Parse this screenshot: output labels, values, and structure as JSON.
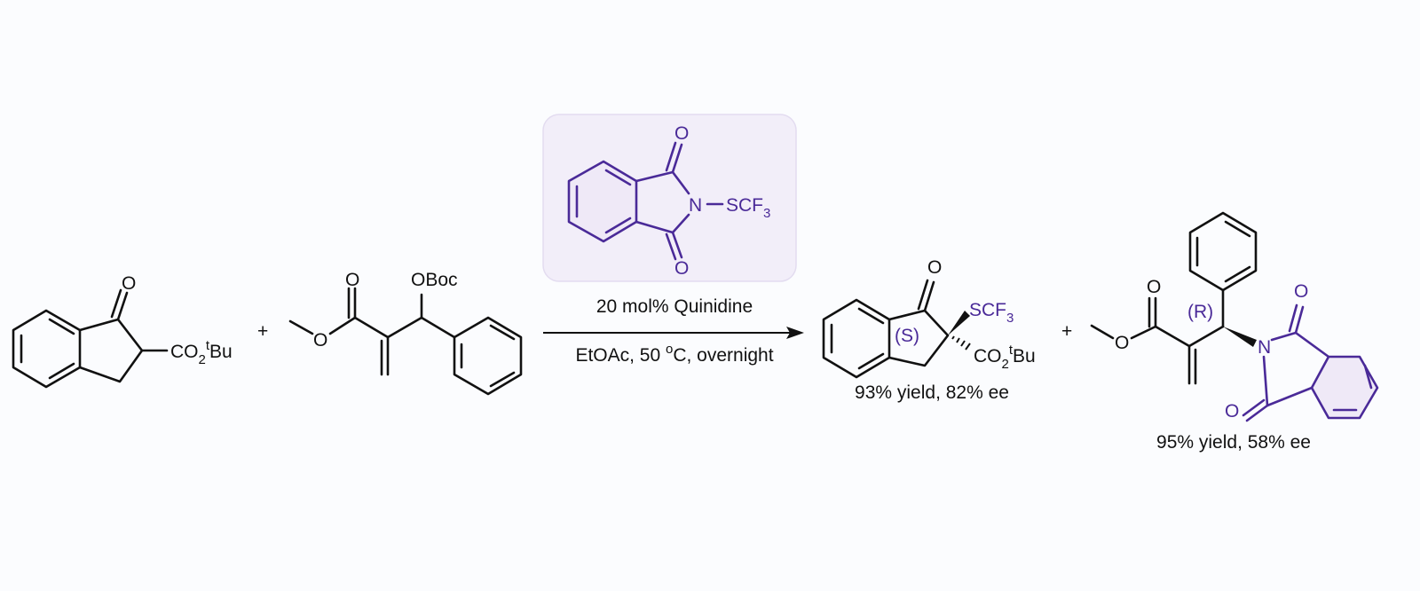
{
  "colors": {
    "black": "#111111",
    "purple": "#4a2a98",
    "box_fill": "#f2eef9",
    "ring_fill": "#efe9f7",
    "background": "#fbfcfe"
  },
  "reactant1": {
    "o": "O",
    "ester": "CO",
    "sub2": "2",
    "sup_t": "t",
    "bu": "Bu"
  },
  "plus": "+",
  "reactant2": {
    "o_carbonyl": "O",
    "o_ester": "O",
    "oboc": "OBoc"
  },
  "reagent": {
    "o_top": "O",
    "o_bottom": "O",
    "n": "N",
    "scf": "SCF",
    "sub3": "3"
  },
  "conditions": {
    "above": "20 mol% Quinidine",
    "below_pre": "EtOAc, 50 ",
    "deg": "o",
    "below_post": "C, overnight"
  },
  "product1": {
    "o": "O",
    "scf": "SCF",
    "sub3": "3",
    "ester": "CO",
    "sub2": "2",
    "sup_t": "t",
    "bu": "Bu",
    "stereo": "(S)",
    "result": "93% yield, 82% ee"
  },
  "product2": {
    "o_carbonyl": "O",
    "o_ester": "O",
    "n": "N",
    "o_imide_top": "O",
    "o_imide_bottom": "O",
    "stereo": "(R)",
    "result": "95% yield, 58% ee"
  }
}
